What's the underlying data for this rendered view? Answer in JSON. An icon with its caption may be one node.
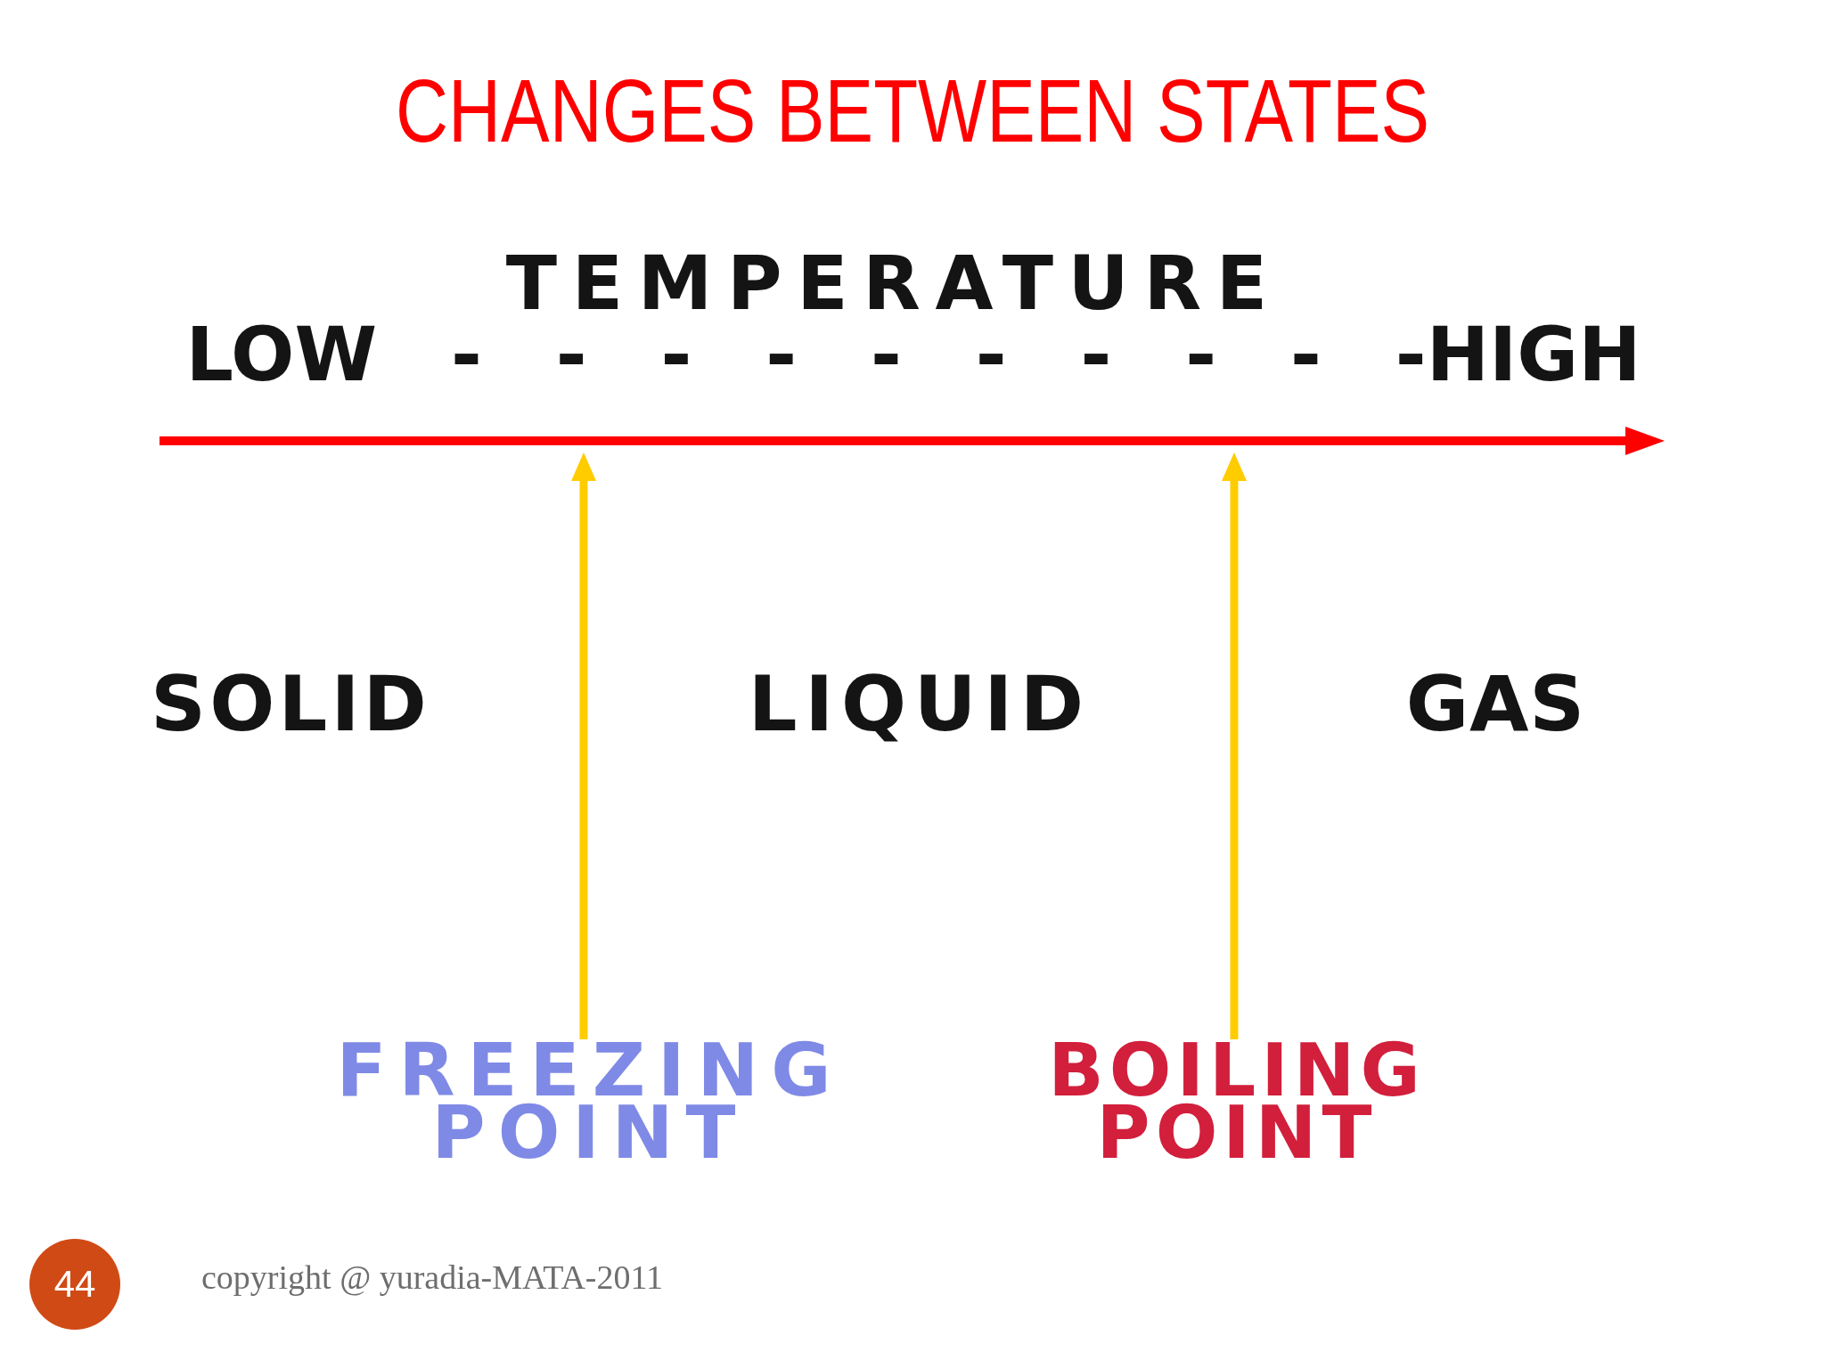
{
  "diagram": {
    "title": "CHANGES BETWEEN STATES",
    "nodes": [
      {
        "text": [
          "FREEZING POINT"
        ]
      },
      {
        "text": [
          "BOILING POINT"
        ]
      },
      {
        "text": [
          "44"
        ]
      }
    ],
    "edges": [
      {
        "from": 0,
        "to": null,
        "arrow": "to"
      },
      {
        "from": 1,
        "to": null,
        "arrow": "to"
      }
    ],
    "labels": [
      "TEMPERATURE",
      "LOW - - - - - - - - - -HIGH",
      "SOLID",
      "LIQUID",
      "GAS",
      "copyright @ yuradia-MATA-2011"
    ]
  }
}
